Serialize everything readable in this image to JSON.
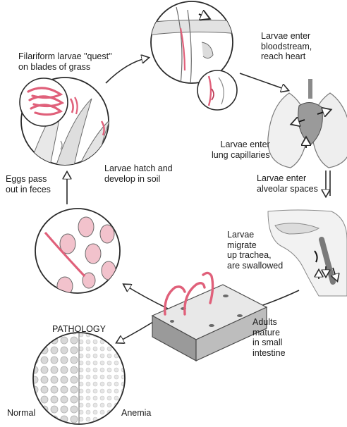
{
  "labels": {
    "filariform": "Filariform larvae \"quest\"\non blades of grass",
    "bloodstream": "Larvae enter\nbloodstream,\nreach heart",
    "lung_capillaries": "Larvae enter\nlung capillaries",
    "alveolar": "Larvae enter\nalveolar spaces",
    "hatch": "Larvae hatch and\ndevelop in soil",
    "eggs": "Eggs pass\nout in feces",
    "trachea": "Larvae\nmigrate\nup trachea,\nare swallowed",
    "adults": "Adults\nmature\nin small\nintestine",
    "pathology": "PATHOLOGY",
    "normal": "Normal",
    "anemia": "Anemia"
  },
  "colors": {
    "worm": "#e0607a",
    "worm_dark": "#b8324e",
    "outline": "#2a2a2a",
    "fill_light": "#ececec",
    "fill_mid": "#d4d4d4",
    "egg_pink": "#f2c2cc"
  }
}
